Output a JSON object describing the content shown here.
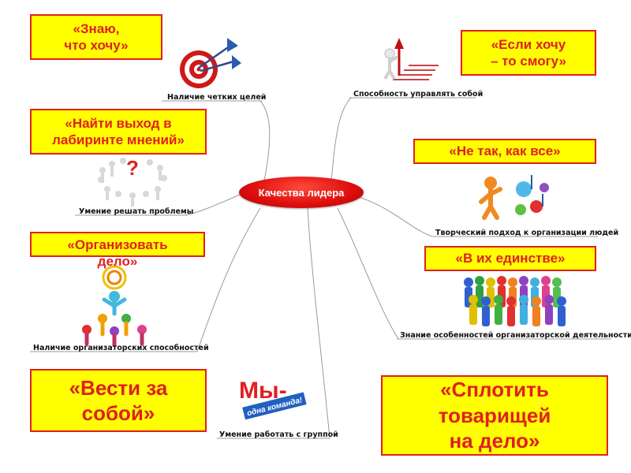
{
  "center": {
    "label": "Качества лидера"
  },
  "colors": {
    "box_fill": "#ffff00",
    "box_border": "#e02020",
    "text_red": "#e02020",
    "center_red": "#e01010",
    "line_gray": "#9a9a9a"
  },
  "branches": {
    "goals": "Наличие четких целей",
    "self_control": "Способность управлять собой",
    "problem_solving": "Умение решать проблемы",
    "creative": "Творческий подход к организации людей",
    "organizer": "Наличие организаторских способностей",
    "knowledge": "Знание особенностей организаторской деятельности",
    "group_work": "Умение работать с группой"
  },
  "quotes": {
    "know_want": "«Знаю,\nчто хочу»",
    "if_want": "«Если хочу\n– то смогу»",
    "labyrinth": "«Найти выход в\nлабиринте мнений»",
    "not_like_all": "«Не так, как все»",
    "organize": "«Организовать\nдело»",
    "unity": "«В их единстве»",
    "lead": "«Вести за\nсобой»",
    "unite": "«Сплотить\nтоварищей\nна дело»"
  },
  "logo": {
    "text": "Мы-",
    "subtext": "одна команда!"
  },
  "icons": [
    "target-darts-icon",
    "stairs-climbing-icon",
    "question-circle-people-icon",
    "creative-person-music-icon",
    "people-pyramid-icon",
    "colorful-people-group-icon"
  ]
}
